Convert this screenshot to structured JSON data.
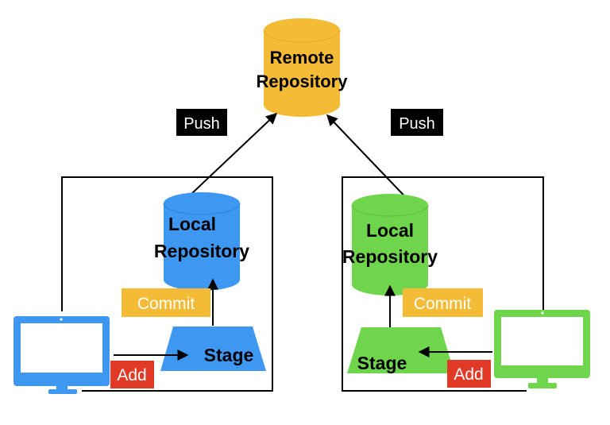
{
  "remote": {
    "line1": "Remote",
    "line2": "Repository",
    "color": "#F3BB36"
  },
  "push_left": "Push",
  "push_right": "Push",
  "left": {
    "color": "#3E97F0",
    "local_line1": "Local",
    "local_line2": "Repository",
    "commit": "Commit",
    "stage": "Stage",
    "add": "Add"
  },
  "right": {
    "color": "#6FD54C",
    "local_line1": "Local",
    "local_line2": "Repository",
    "commit": "Commit",
    "stage": "Stage",
    "add": "Add"
  },
  "colors": {
    "commit_bg": "#F3BB36",
    "add_bg": "#E03A26",
    "push_bg": "#000000",
    "line": "#000000"
  }
}
